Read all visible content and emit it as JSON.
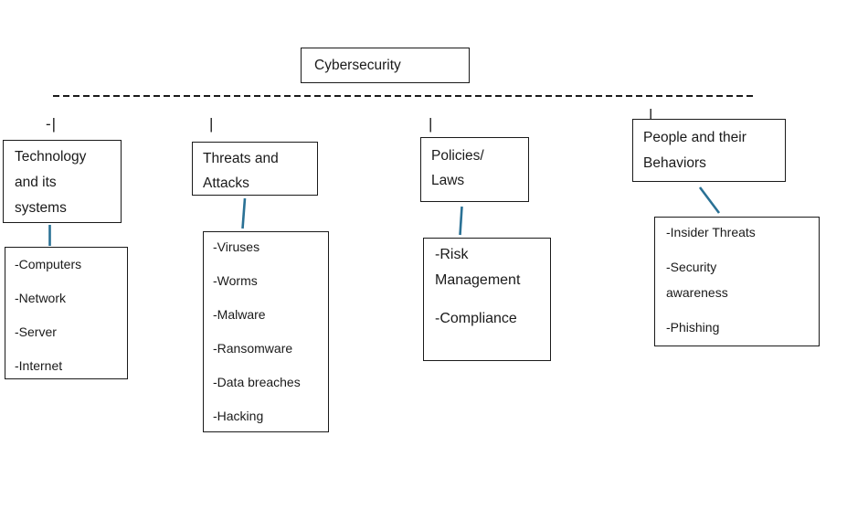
{
  "diagram": {
    "root_label": "Cybersecurity",
    "markers": [
      "-|",
      "|",
      "|",
      "|"
    ],
    "branches": [
      {
        "title": "Technology\nand its\nsystems",
        "items": [
          "-Computers",
          "-Network",
          "-Server",
          "-Internet"
        ]
      },
      {
        "title": "Threats and\nAttacks",
        "items": [
          "-Viruses",
          "-Worms",
          "-Malware",
          "-Ransomware",
          "-Data breaches",
          "-Hacking"
        ]
      },
      {
        "title": "Policies/\nLaws",
        "items": [
          "-Risk\nManagement",
          "-Compliance"
        ]
      },
      {
        "title": "People and their\nBehaviors",
        "items": [
          "-Insider Threats",
          "-Security\nawareness",
          "-Phishing"
        ]
      }
    ],
    "colors": {
      "connector": "#2a7195",
      "border": "#1a1a1a",
      "text": "#1a1a1a",
      "background": "#ffffff"
    }
  }
}
